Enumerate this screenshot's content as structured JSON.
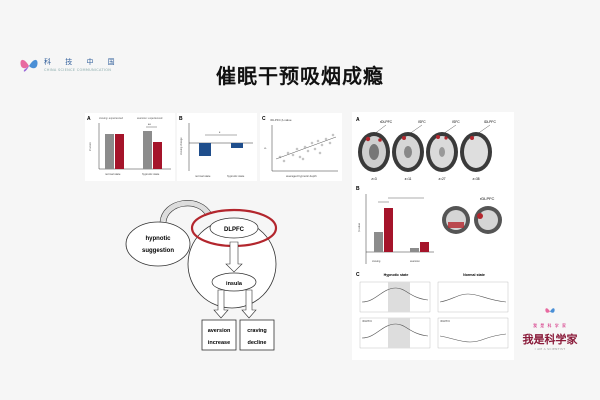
{
  "logo": {
    "cn": "科 技 中 国",
    "en": "CHINA SCIENCE COMMUNICATION"
  },
  "title": "催眠干预吸烟成瘾",
  "chart_a": {
    "label": "A",
    "legend": [
      "craving: experienced",
      "aversion: experienced"
    ],
    "categories": [
      "normal state",
      "hypnotic state"
    ],
    "ylabel": "Z-score",
    "sig": "**"
  },
  "chart_b": {
    "label": "B",
    "categories": [
      "normal state",
      "hypnotic state"
    ],
    "ylabel": "craving change",
    "sig": "*"
  },
  "chart_c": {
    "label": "C",
    "title": "rDLPFC β-value",
    "xlabel": "averaged hypnotic depth",
    "ylabel": "β"
  },
  "diagram": {
    "hypnotic": "hypnotic",
    "suggestion": "suggestion",
    "dlpfc": "DLPFC",
    "insula": "insula",
    "aversion": "aversion",
    "increase": "increase",
    "craving": "craving",
    "decline": "decline"
  },
  "brain": {
    "label_a": "A",
    "label_b": "B",
    "label_c": "C",
    "regions": [
      "rDLPFC",
      "lSFC",
      "lSFC",
      "lDLPFC"
    ],
    "zvals": [
      "z=3",
      "z=11",
      "z=27",
      "z=38"
    ],
    "b_ylabel": "β-value",
    "b_legend": "rDLPFC",
    "b_categories": [
      "craving",
      "aversion"
    ],
    "c_titles": [
      "Hypnotic state",
      "Normal state"
    ],
    "c_row_labels": [
      "rDLPFC",
      "rDLPFC"
    ]
  },
  "brand": {
    "small": "我 是 科 学 家",
    "big": "我是科学家",
    "sub": "I AM A SCIENTIST"
  },
  "colors": {
    "gray": "#8c8c8c",
    "red": "#a5142a",
    "blue": "#1f4e8c",
    "ring": "#b3262d"
  }
}
